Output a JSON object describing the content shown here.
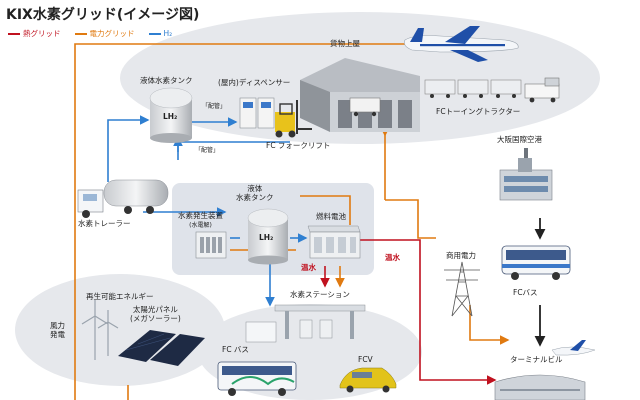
{
  "title": "KIX水素グリッド(イメージ図)",
  "legend": [
    {
      "label": "熱グリッド",
      "color": "#c0111f"
    },
    {
      "label": "電力グリッド",
      "color": "#e07a10"
    },
    {
      "label": "H₂",
      "color": "#2f7fd1"
    }
  ],
  "labels": {
    "cargo_roof": "貨物上屋",
    "liquid_tank_top": "液体水素タンク",
    "lh2": "LH₂",
    "dispenser": "(屋内)ディスペンサー",
    "supply1": "「配管」",
    "supply2": "「配管」",
    "fc_forklift": "FC フォークリフト",
    "fc_towing": "FCトーイングトラクター",
    "osaka_airport": "大阪国際空港",
    "hydrogen_trailer": "水素トレーラー",
    "liquid_tank_mid_1": "液体",
    "liquid_tank_mid_2": "水素タンク",
    "generator_1": "水素発生装置",
    "generator_2": "(水電解)",
    "lh2_mid": "LH₂",
    "fuel_cell": "燃料電池",
    "hot_water_1": "温水",
    "hot_water_2": "温水",
    "commercial_power": "商用電力",
    "fc_bus_right": "FCバス",
    "renewable": "再生可能エネルギー",
    "wind_1": "風力",
    "wind_2": "発電",
    "solar_1": "太陽光パネル",
    "solar_2": "(メガソーラー)",
    "h2_station": "水素ステーション",
    "fc_bus_bottom": "FC バス",
    "fcv": "FCV",
    "terminal": "ターミナルビル"
  }
}
